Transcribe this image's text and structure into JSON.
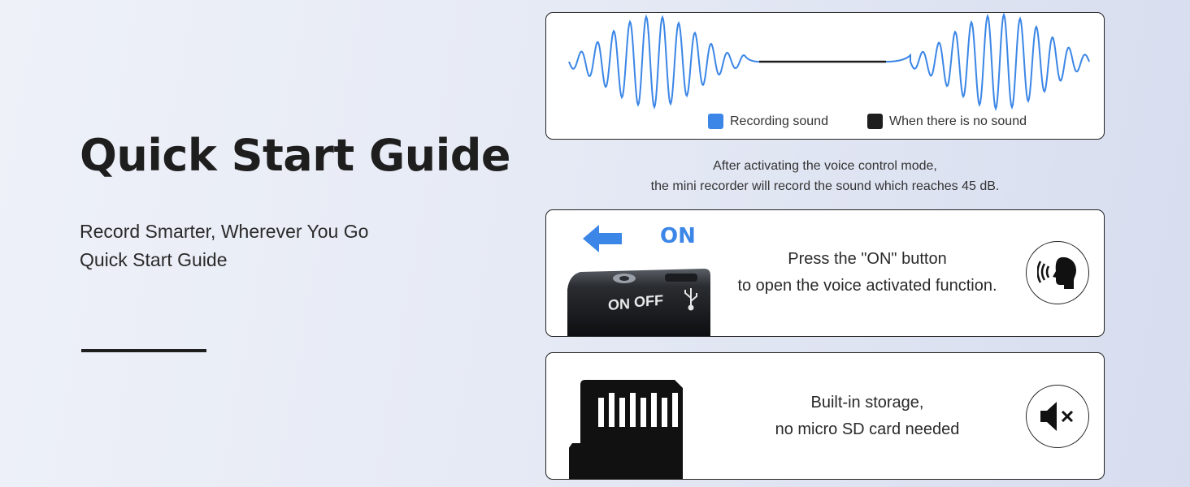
{
  "left": {
    "title": "Quick Start Guide",
    "subtitle_line1": "Record Smarter, Wherever You Go",
    "subtitle_line2": "Quick Start Guide"
  },
  "waveform": {
    "legend_recording": "Recording sound",
    "legend_silence": "When there is no sound",
    "recording_color": "#3b86e6",
    "silence_color": "#1e1e1e"
  },
  "caption": {
    "line1": "After activating the voice control mode,",
    "line2": "the mini recorder will record the sound which reaches 45 dB."
  },
  "step_on": {
    "on_label": "ON",
    "device_on": "ON",
    "device_off": "OFF",
    "line1": "Press the \"ON\" button",
    "line2": "to open the voice activated function.",
    "icon": "voice-activated-icon"
  },
  "step_sd": {
    "line1": "Built-in storage,",
    "line2": "no micro SD card needed",
    "icon": "mute-speaker-icon"
  }
}
